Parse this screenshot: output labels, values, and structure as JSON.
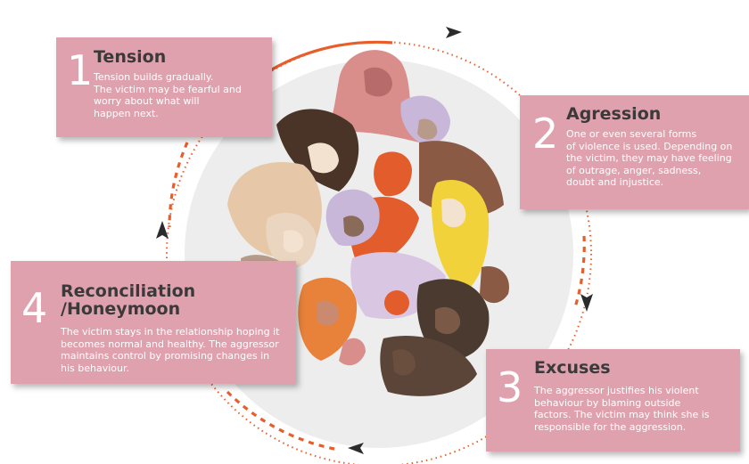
{
  "colors": {
    "card": "#e0a1ae",
    "cycle_line": "#e85e2a",
    "arrow": "#2b2b2b",
    "halo": "#ececec"
  },
  "stages": [
    {
      "number": "1",
      "title": "Tension",
      "description": "Tension builds gradually.\nThe victim may be fearful and\nworry about what will\nhappen next."
    },
    {
      "number": "2",
      "title": "Agression",
      "description": "One or even several forms\nof violence is used. Depending on\nthe victim, they may have feeling\nof outrage, anger, sadness,\ndoubt and injustice."
    },
    {
      "number": "3",
      "title": "Excuses",
      "description": "The aggressor justifies his violent\nbehaviour by blaming outside\nfactors. The victim may think she is\nresponsible for the aggression."
    },
    {
      "number": "4",
      "title": "Reconciliation\n/Honeymoon",
      "description": "The victim stays in the relationship hoping it\nbecomes normal and healthy. The aggressor\nmaintains control by promising changes in\nhis behaviour."
    }
  ],
  "illustration": {
    "subject": "group-of-women-figures",
    "palette": [
      "#d98e8b",
      "#8a5a44",
      "#c8b7d8",
      "#e25c2c",
      "#f2d23a",
      "#5a4538",
      "#e6c8a8",
      "#b89a8a"
    ]
  }
}
